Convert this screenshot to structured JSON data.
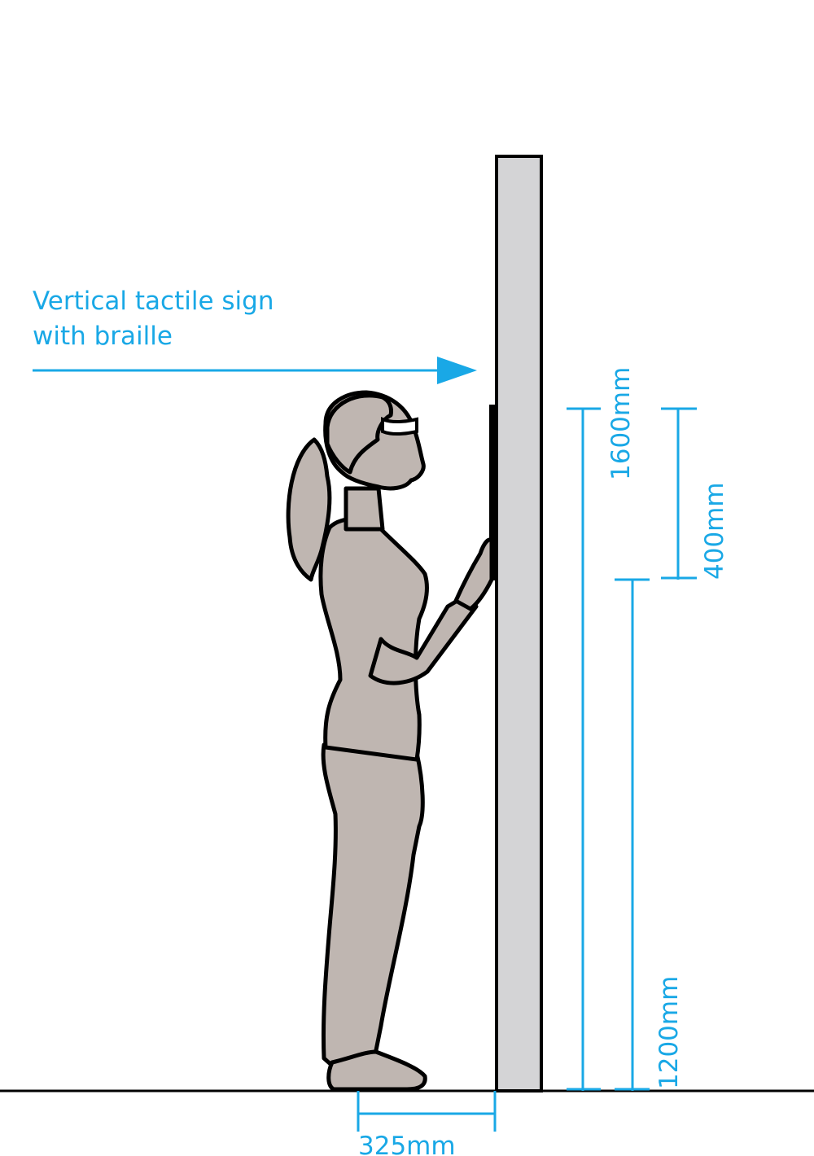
{
  "callout": {
    "line1": "Vertical tactile sign",
    "line2": "with braille"
  },
  "dimensions": {
    "sign_centre_height": "1600mm",
    "sign_height": "400mm",
    "sign_base_height": "1200mm",
    "standing_distance": "325mm"
  },
  "colors": {
    "accent": "#19a8e6",
    "wall_fill": "#d4d4d6",
    "figure_fill": "#bfb6b1",
    "outline": "#000000"
  }
}
